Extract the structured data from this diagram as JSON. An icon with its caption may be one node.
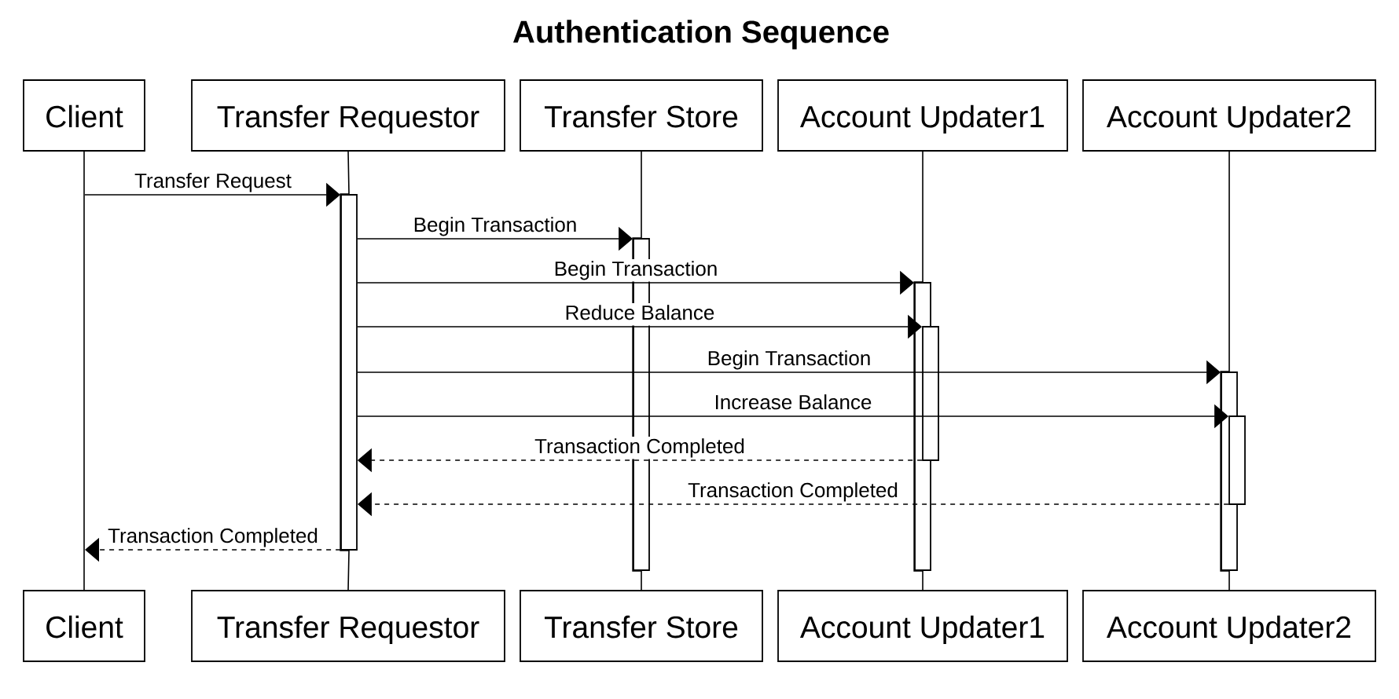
{
  "diagram": {
    "title": "Authentication Sequence",
    "nodes": [
      {
        "text": [
          "Client"
        ]
      },
      {
        "text": [
          "Transfer Requestor"
        ]
      },
      {
        "text": [
          "Transfer Store"
        ]
      },
      {
        "text": [
          "Account Updater1"
        ]
      },
      {
        "text": [
          "Account Updater2"
        ]
      },
      {
        "text": [],
        "shape": "bar"
      },
      {
        "text": [],
        "shape": "bar"
      },
      {
        "text": [],
        "shape": "bar"
      },
      {
        "text": [],
        "shape": "bar"
      },
      {
        "text": [],
        "shape": "bar"
      },
      {
        "text": [],
        "shape": "bar"
      },
      {
        "text": [
          "Client"
        ]
      },
      {
        "text": [
          "Transfer Requestor"
        ]
      },
      {
        "text": [
          "Transfer Store"
        ]
      },
      {
        "text": [
          "Account Updater1"
        ]
      },
      {
        "text": [
          "Account Updater2"
        ]
      }
    ],
    "edges": [
      {
        "from": null,
        "to": 5,
        "arrow": "to",
        "label": "Transfer Request"
      },
      {
        "from": 5,
        "to": 6,
        "arrow": "to",
        "label": "Begin Transaction"
      },
      {
        "from": 5,
        "to": 7,
        "arrow": "to",
        "label": "Begin Transaction"
      },
      {
        "from": 5,
        "to": 8,
        "arrow": "to",
        "label": "Reduce Balance"
      },
      {
        "from": 5,
        "to": 9,
        "arrow": "to",
        "label": "Begin Transaction"
      },
      {
        "from": 5,
        "to": 10,
        "arrow": "to",
        "label": "Increase Balance"
      },
      {
        "from": 8,
        "to": 5,
        "arrow": "to",
        "label": "Transaction Completed",
        "style": "dashed"
      },
      {
        "from": 10,
        "to": 5,
        "arrow": "to",
        "label": "Transaction Completed",
        "style": "dashed"
      },
      {
        "from": 5,
        "to": null,
        "arrow": "to",
        "label": "Transaction Completed",
        "style": "dashed"
      },
      {
        "from": 0,
        "to": 11,
        "arrow": "none"
      },
      {
        "from": 1,
        "to": 12,
        "arrow": "none"
      },
      {
        "from": 2,
        "to": 13,
        "arrow": "none"
      },
      {
        "from": 3,
        "to": 14,
        "arrow": "none"
      },
      {
        "from": 4,
        "to": 15,
        "arrow": "none"
      }
    ]
  }
}
